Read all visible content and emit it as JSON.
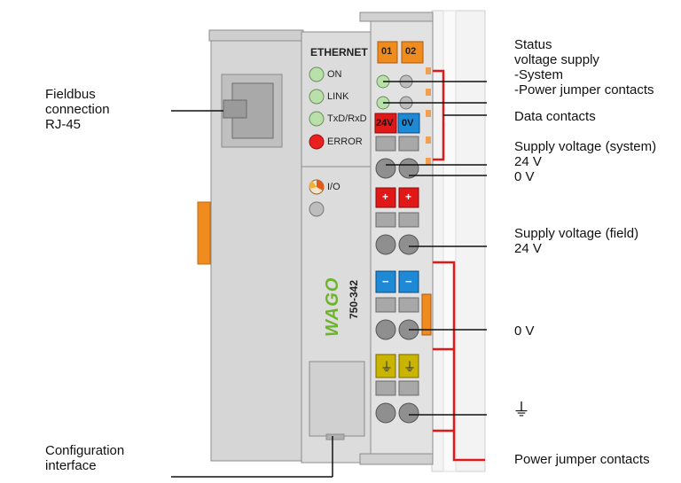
{
  "device": {
    "protocol_label": "ETHERNET",
    "leds": [
      {
        "label": "ON",
        "color": "#b8e0a8"
      },
      {
        "label": "LINK",
        "color": "#b8e0a8"
      },
      {
        "label": "TxD/RxD",
        "color": "#b8e0a8"
      },
      {
        "label": "ERROR",
        "color": "#e82020"
      }
    ],
    "io_label": "I/O",
    "brand": "WAGO",
    "model": "750-342",
    "status_tabs": [
      "01",
      "02"
    ],
    "supply_tags": [
      "24V",
      "0V"
    ],
    "plus_sign": "+",
    "minus_sign": "−"
  },
  "callouts": {
    "fieldbus": [
      "Fieldbus",
      "connection",
      "RJ-45"
    ],
    "config": [
      "Configuration",
      "interface"
    ],
    "status": [
      "Status",
      "voltage supply",
      "-System",
      "-Power jumper contacts"
    ],
    "data_contacts": "Data contacts",
    "supply_system": [
      "Supply voltage (system)",
      "24 V",
      "0 V"
    ],
    "supply_field": [
      "Supply voltage (field)",
      "24 V"
    ],
    "zero_v": "0 V",
    "ground_symbol": "⏚",
    "power_jumper": "Power jumper contacts"
  },
  "colors": {
    "housing": "#d3d3d3",
    "orange": "#f08c1e",
    "red": "#e01818",
    "blue": "#1e8ad6",
    "yellow": "#c9b400",
    "wago_green": "#6cb42c"
  }
}
